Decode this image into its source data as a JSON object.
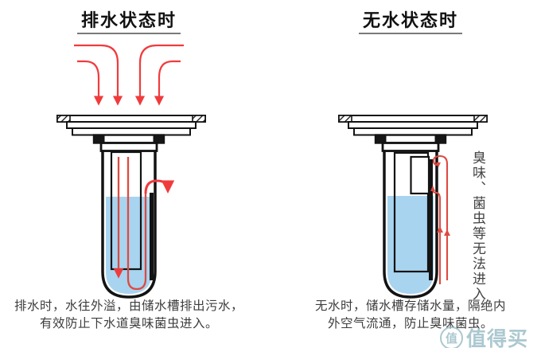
{
  "left_panel": {
    "title": "排水状态时",
    "caption_line1": "排水时，水往外溢，由储水槽排出污水，",
    "caption_line2": "有效防止下水道臭味菌虫进入。"
  },
  "right_panel": {
    "title": "无水状态时",
    "side_label": "臭味、菌虫等无法进入",
    "caption_line1": "无水时，储水槽存储水量，隔绝内",
    "caption_line2": "外空气流通，防止臭味菌虫。"
  },
  "watermark": {
    "logo_char": "值",
    "text": "值得买"
  },
  "colors": {
    "water": "#a8d4f0",
    "arrow_red": "#f03b3d",
    "flow_red": "#dd4a41",
    "outline": "#131313",
    "watermark": "#afccd3"
  }
}
